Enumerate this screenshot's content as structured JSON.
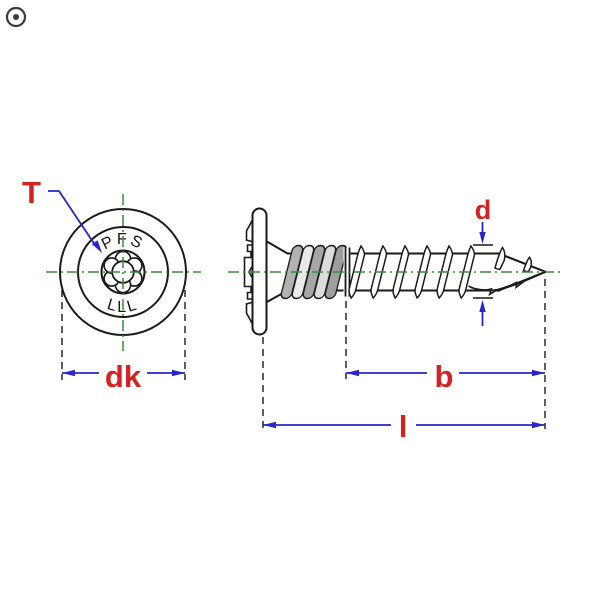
{
  "corner_icon": {
    "name": "circle-dot-icon"
  },
  "drawing": {
    "labels": {
      "drive": "T",
      "thread_diameter": "d",
      "head_diameter": "dk",
      "thread_length": "b",
      "total_length": "l"
    },
    "head_marking": {
      "top": "PFS",
      "bottom": "LLL"
    },
    "colors": {
      "outline": "#1a1a1a",
      "centerline_green": "#3a8a3a",
      "dimension_blue": "#2626c9",
      "label_red": "#d42222",
      "shading_gray": "#7d7d7d"
    }
  }
}
